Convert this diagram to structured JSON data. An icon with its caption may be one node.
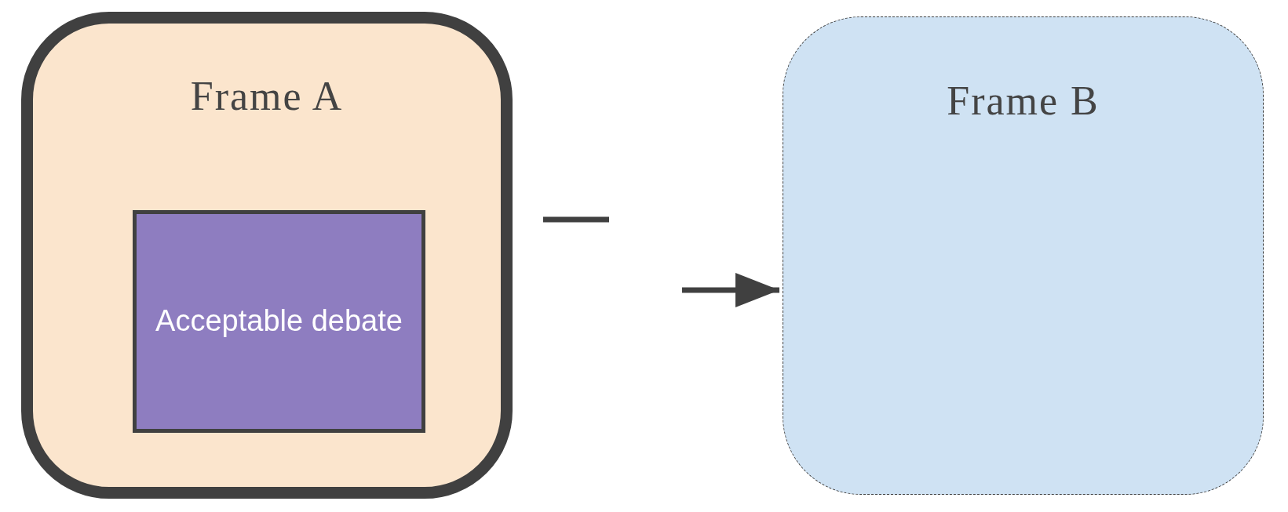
{
  "diagram": {
    "nodes": [
      {
        "text": [
          "Frame A"
        ]
      },
      {
        "text": [
          "Acceptable debate"
        ],
        "in": 0
      },
      {
        "text": [
          "Frame B"
        ]
      }
    ],
    "edges": [
      {
        "from": null,
        "to": 2,
        "arrow": "to"
      }
    ]
  }
}
